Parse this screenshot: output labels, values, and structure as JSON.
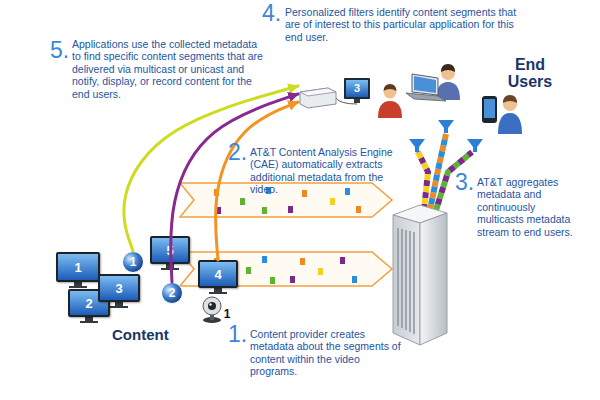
{
  "diagram": {
    "nodes": [
      {
        "text": [
          "3"
        ]
      },
      {
        "text": [
          "5"
        ]
      },
      {
        "text": [
          "1"
        ]
      },
      {
        "text": [
          "4"
        ]
      },
      {
        "text": [
          "1"
        ]
      },
      {
        "text": [
          "3"
        ]
      },
      {
        "text": [
          "2"
        ]
      },
      {
        "text": [
          "2"
        ]
      },
      {
        "text": [
          "1"
        ]
      }
    ],
    "edges": [
      {
        "from": 4,
        "to": 0,
        "arrow": "to"
      },
      {
        "from": 7,
        "to": 0,
        "arrow": "to"
      },
      {
        "from": 3,
        "to": 0,
        "arrow": "to"
      }
    ],
    "labels": [
      "5.",
      "Applications use the collected metadata to find specific content segments that are delivered via multicast or unicast and notify, display, or record content for the end users.",
      "4.",
      "Personalized filters identify content segments that are of interest to this particular application for this end user.",
      "End Users",
      "2.",
      "AT&T Content Analysis Engine (CAE) automatically extracts additional metadata from the video.",
      "3.",
      "AT&T aggregates metadata and continuously multicasts metadata stream to end users.",
      "1.",
      "Content provider creates metadata about the segments of content within the video programs.",
      "Content"
    ]
  }
}
